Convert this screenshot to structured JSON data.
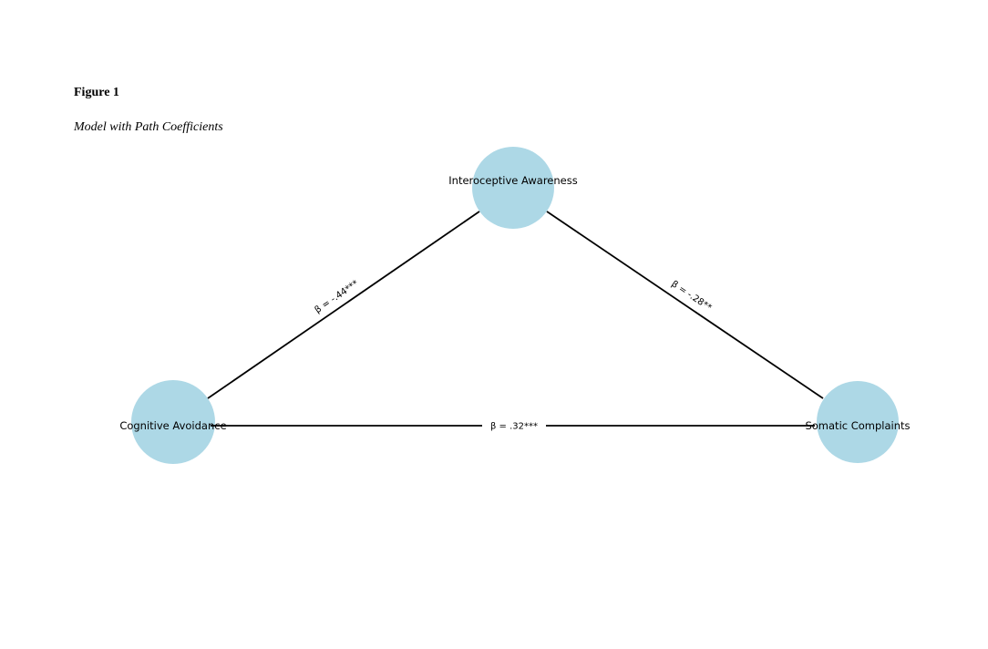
{
  "figure": {
    "label": "Figure 1",
    "caption": "Model with Path Coefficients"
  },
  "diagram": {
    "node_fill": "#ADD8E6",
    "edge_color": "#000000",
    "nodes": {
      "top": {
        "id": "interoceptive-awareness",
        "label": "Interoceptive Awareness"
      },
      "left": {
        "id": "cognitive-avoidance",
        "label": "Cognitive Avoidance"
      },
      "right": {
        "id": "somatic-complaints",
        "label": "Somatic Complaints"
      }
    },
    "edges": {
      "left_to_top": {
        "from": "Cognitive Avoidance",
        "to": "Interoceptive Awareness",
        "label": "β = -.44***"
      },
      "top_to_right": {
        "from": "Interoceptive Awareness",
        "to": "Somatic Complaints",
        "label": "β = -.28**"
      },
      "left_to_right": {
        "from": "Cognitive Avoidance",
        "to": "Somatic Complaints",
        "label": "β = .32***"
      }
    }
  }
}
